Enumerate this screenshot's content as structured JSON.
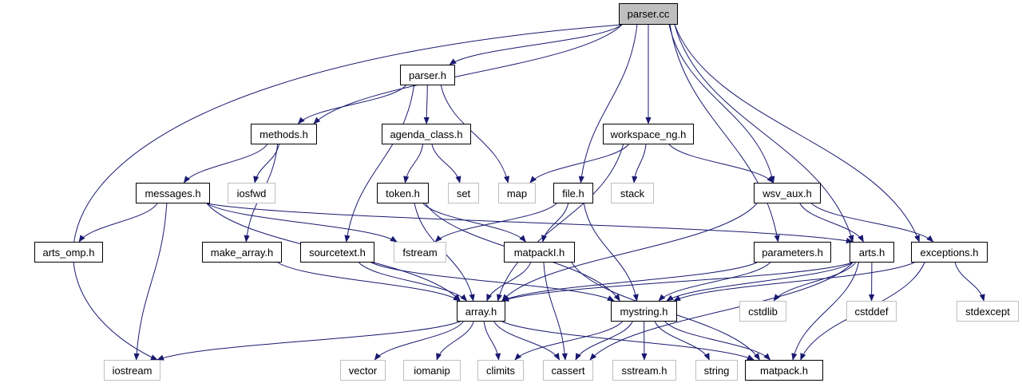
{
  "colors": {
    "edge": "#191970",
    "root_fill": "#bfbfbf",
    "external_border": "#bfbfbf",
    "node_border": "#000000"
  },
  "nodes": [
    {
      "id": "parser_cc",
      "label": "parser.cc",
      "kind": "root"
    },
    {
      "id": "parser_h",
      "label": "parser.h",
      "kind": "file"
    },
    {
      "id": "methods_h",
      "label": "methods.h",
      "kind": "file"
    },
    {
      "id": "agenda_class_h",
      "label": "agenda_class.h",
      "kind": "file"
    },
    {
      "id": "workspace_ng_h",
      "label": "workspace_ng.h",
      "kind": "file"
    },
    {
      "id": "messages_h",
      "label": "messages.h",
      "kind": "file"
    },
    {
      "id": "iosfwd",
      "label": "iosfwd",
      "kind": "ext"
    },
    {
      "id": "token_h",
      "label": "token.h",
      "kind": "file"
    },
    {
      "id": "set",
      "label": "set",
      "kind": "ext"
    },
    {
      "id": "map",
      "label": "map",
      "kind": "ext"
    },
    {
      "id": "file_h",
      "label": "file.h",
      "kind": "file"
    },
    {
      "id": "stack",
      "label": "stack",
      "kind": "ext"
    },
    {
      "id": "wsv_aux_h",
      "label": "wsv_aux.h",
      "kind": "file"
    },
    {
      "id": "arts_omp_h",
      "label": "arts_omp.h",
      "kind": "file"
    },
    {
      "id": "make_array_h",
      "label": "make_array.h",
      "kind": "file"
    },
    {
      "id": "sourcetext_h",
      "label": "sourcetext.h",
      "kind": "file"
    },
    {
      "id": "fstream",
      "label": "fstream",
      "kind": "ext"
    },
    {
      "id": "matpackI_h",
      "label": "matpackI.h",
      "kind": "file"
    },
    {
      "id": "parameters_h",
      "label": "parameters.h",
      "kind": "file"
    },
    {
      "id": "arts_h",
      "label": "arts.h",
      "kind": "file"
    },
    {
      "id": "exceptions_h",
      "label": "exceptions.h",
      "kind": "file"
    },
    {
      "id": "array_h",
      "label": "array.h",
      "kind": "file"
    },
    {
      "id": "mystring_h",
      "label": "mystring.h",
      "kind": "file"
    },
    {
      "id": "cstdlib",
      "label": "cstdlib",
      "kind": "ext"
    },
    {
      "id": "cstddef",
      "label": "cstddef",
      "kind": "ext"
    },
    {
      "id": "stdexcept",
      "label": "stdexcept",
      "kind": "ext"
    },
    {
      "id": "iostream",
      "label": "iostream",
      "kind": "ext"
    },
    {
      "id": "vector",
      "label": "vector",
      "kind": "ext"
    },
    {
      "id": "iomanip",
      "label": "iomanip",
      "kind": "ext"
    },
    {
      "id": "climits",
      "label": "climits",
      "kind": "ext"
    },
    {
      "id": "cassert",
      "label": "cassert",
      "kind": "ext"
    },
    {
      "id": "sstream_h",
      "label": "sstream.h",
      "kind": "ext"
    },
    {
      "id": "string",
      "label": "string",
      "kind": "ext"
    },
    {
      "id": "matpack_h",
      "label": "matpack.h",
      "kind": "file"
    }
  ],
  "edges": [
    [
      "parser_cc",
      "iostream"
    ],
    [
      "parser_cc",
      "methods_h"
    ],
    [
      "parser_cc",
      "parser_h"
    ],
    [
      "parser_cc",
      "file_h"
    ],
    [
      "parser_cc",
      "workspace_ng_h"
    ],
    [
      "parser_cc",
      "parameters_h"
    ],
    [
      "parser_cc",
      "wsv_aux_h"
    ],
    [
      "parser_cc",
      "arts_h"
    ],
    [
      "parser_cc",
      "exceptions_h"
    ],
    [
      "parser_h",
      "methods_h"
    ],
    [
      "parser_h",
      "agenda_class_h"
    ],
    [
      "parser_h",
      "sourcetext_h"
    ],
    [
      "parser_h",
      "map"
    ],
    [
      "methods_h",
      "messages_h"
    ],
    [
      "methods_h",
      "iosfwd"
    ],
    [
      "methods_h",
      "make_array_h"
    ],
    [
      "agenda_class_h",
      "token_h"
    ],
    [
      "agenda_class_h",
      "set"
    ],
    [
      "workspace_ng_h",
      "map"
    ],
    [
      "workspace_ng_h",
      "stack"
    ],
    [
      "workspace_ng_h",
      "wsv_aux_h"
    ],
    [
      "workspace_ng_h",
      "array_h"
    ],
    [
      "messages_h",
      "arts_omp_h"
    ],
    [
      "messages_h",
      "fstream"
    ],
    [
      "messages_h",
      "arts_h"
    ],
    [
      "messages_h",
      "iostream"
    ],
    [
      "messages_h",
      "array_h"
    ],
    [
      "token_h",
      "array_h"
    ],
    [
      "token_h",
      "matpackI_h"
    ],
    [
      "token_h",
      "mystring_h"
    ],
    [
      "file_h",
      "fstream"
    ],
    [
      "file_h",
      "matpackI_h"
    ],
    [
      "file_h",
      "mystring_h"
    ],
    [
      "wsv_aux_h",
      "array_h"
    ],
    [
      "wsv_aux_h",
      "arts_h"
    ],
    [
      "wsv_aux_h",
      "exceptions_h"
    ],
    [
      "make_array_h",
      "array_h"
    ],
    [
      "sourcetext_h",
      "array_h"
    ],
    [
      "sourcetext_h",
      "mystring_h"
    ],
    [
      "matpackI_h",
      "array_h"
    ],
    [
      "matpackI_h",
      "cassert"
    ],
    [
      "matpackI_h",
      "matpack_h"
    ],
    [
      "parameters_h",
      "array_h"
    ],
    [
      "parameters_h",
      "mystring_h"
    ],
    [
      "arts_h",
      "array_h"
    ],
    [
      "arts_h",
      "mystring_h"
    ],
    [
      "arts_h",
      "cstdlib"
    ],
    [
      "arts_h",
      "cstddef"
    ],
    [
      "arts_h",
      "cassert"
    ],
    [
      "arts_h",
      "matpack_h"
    ],
    [
      "exceptions_h",
      "mystring_h"
    ],
    [
      "exceptions_h",
      "stdexcept"
    ],
    [
      "exceptions_h",
      "matpack_h"
    ],
    [
      "array_h",
      "iostream"
    ],
    [
      "array_h",
      "vector"
    ],
    [
      "array_h",
      "iomanip"
    ],
    [
      "array_h",
      "climits"
    ],
    [
      "array_h",
      "cassert"
    ],
    [
      "array_h",
      "matpack_h"
    ],
    [
      "mystring_h",
      "climits"
    ],
    [
      "mystring_h",
      "cassert"
    ],
    [
      "mystring_h",
      "sstream_h"
    ],
    [
      "mystring_h",
      "string"
    ],
    [
      "mystring_h",
      "matpack_h"
    ]
  ]
}
